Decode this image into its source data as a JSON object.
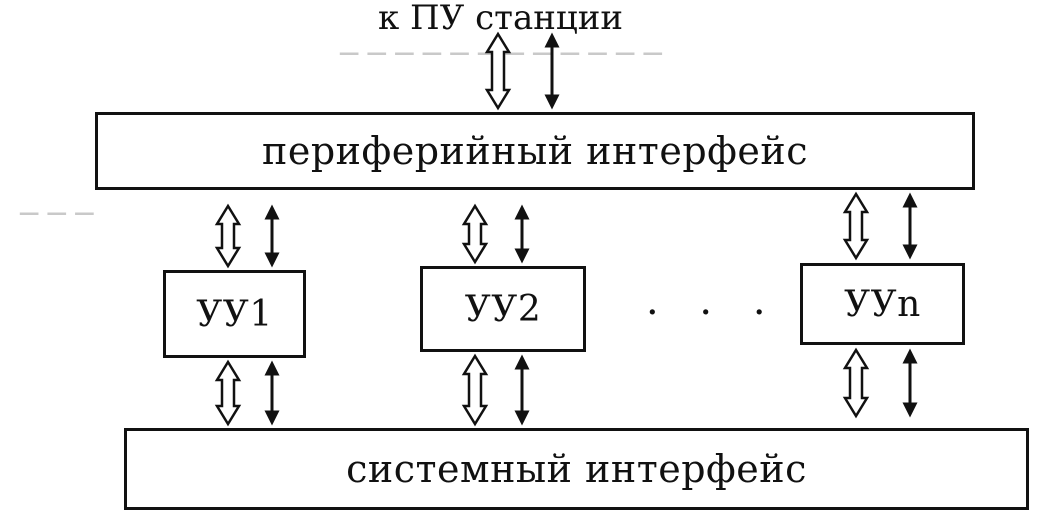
{
  "diagram": {
    "top_label": "к ПУ станции",
    "peripheral_interface": "периферийный интерфейс",
    "system_interface": "системный интерфейс",
    "devices": [
      "УУ1",
      "УУ2",
      "УУn"
    ],
    "ellipsis": "· · ·"
  }
}
